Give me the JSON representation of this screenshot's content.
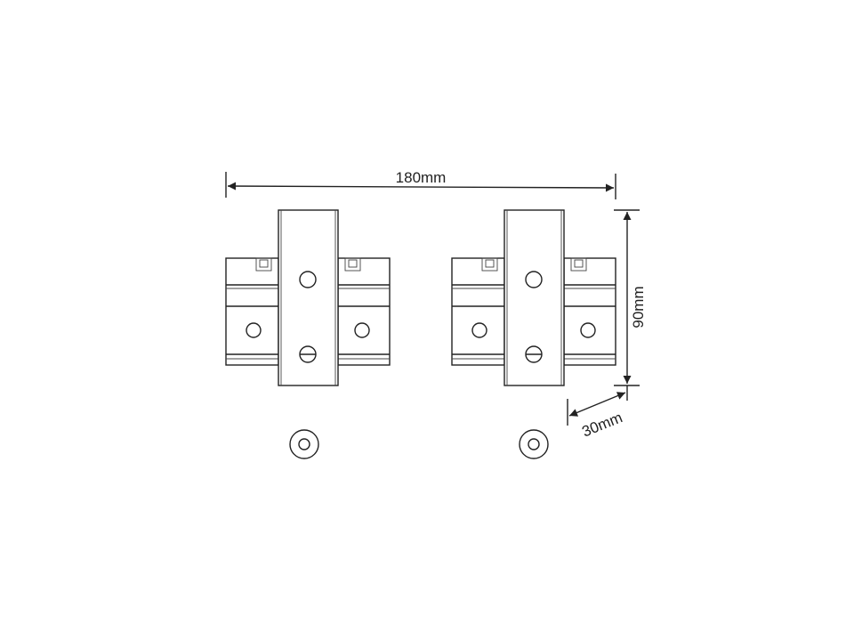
{
  "dimensions": {
    "width": "180mm",
    "height": "90mm",
    "depth": "30mm"
  },
  "colors": {
    "line": "#222222",
    "background": "#ffffff"
  }
}
